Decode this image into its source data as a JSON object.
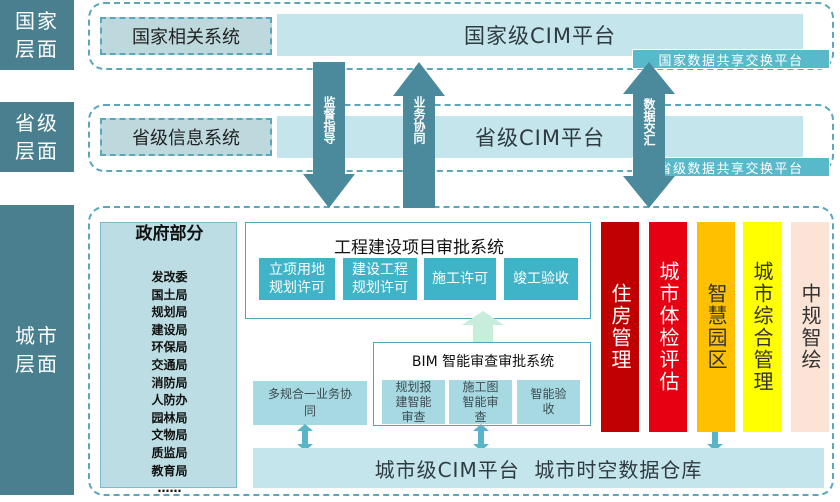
{
  "levels": {
    "national": {
      "line1": "国家",
      "line2": "层面"
    },
    "provincial": {
      "line1": "省级",
      "line2": "层面"
    },
    "city": {
      "line1": "城市",
      "line2": "层面"
    }
  },
  "national": {
    "related_system": "国家相关系统",
    "platform": "国家级CIM平台",
    "exchange": "国家数据共享交换平台"
  },
  "provincial": {
    "info_system": "省级信息系统",
    "platform": "省级CIM平台",
    "exchange": "省级数据共享交换平台"
  },
  "arrows": {
    "supervise": "监督指导",
    "collaborate": "业务协同",
    "data_exchange": "数据交汇"
  },
  "gov": {
    "title": "政府部分",
    "departments": [
      "发改委",
      "国土局",
      "规划局",
      "建设局",
      "环保局",
      "交通局",
      "消防局",
      "人防办",
      "园林局",
      "文物局",
      "质监局",
      "教育局",
      "……"
    ]
  },
  "project_approval": {
    "title": "工程建设项目审批系统",
    "items": [
      {
        "line1": "立项用地",
        "line2": "规划许可"
      },
      {
        "line1": "建设工程",
        "line2": "规划许可"
      },
      {
        "line1": "施工许可",
        "line2": ""
      },
      {
        "line1": "竣工验收",
        "line2": ""
      }
    ]
  },
  "bim": {
    "title": "BIM 智能审查审批系统",
    "items": [
      {
        "line1": "规划报",
        "line2": "建智能",
        "line3": "审查"
      },
      {
        "line1": "施工图",
        "line2": "智能审",
        "line3": "查"
      },
      {
        "line1": "智能验",
        "line2": "收",
        "line3": ""
      }
    ]
  },
  "multi_plan": {
    "line1": "多规合一业务协",
    "line2": "同"
  },
  "city_platform": "城市级CIM平台  城市时空数据仓库",
  "apps": [
    {
      "label": "住房管理",
      "color": "#c00000",
      "text_color": "#ffffff"
    },
    {
      "label": "城市体检评估",
      "color": "#e60012",
      "text_color": "#ffffff"
    },
    {
      "label": "智慧园区",
      "color": "#ffc000",
      "text_color": "#333333"
    },
    {
      "label": "城市综合管理",
      "color": "#ffff00",
      "text_color": "#333333"
    },
    {
      "label": "中规智绘",
      "color": "#fbe4d5",
      "text_color": "#333333"
    }
  ],
  "colors": {
    "teal": "#4a7f90",
    "platform": "#c5e5ec",
    "exchange": "#58b9cb",
    "cell": "#3fb4c9"
  }
}
